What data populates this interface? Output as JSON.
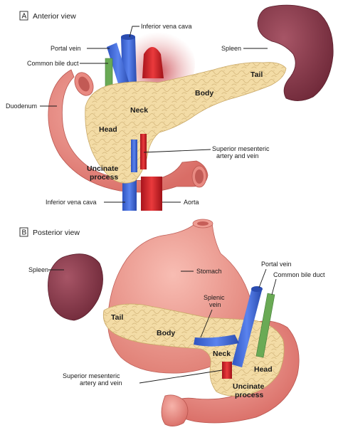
{
  "panel_a": {
    "letter": "A",
    "title": "Anterior view",
    "labels": {
      "inferior_vena_cava_top": "Inferior vena cava",
      "portal_vein": "Portal vein",
      "common_bile_duct": "Common bile duct",
      "spleen": "Spleen",
      "tail": "Tail",
      "body": "Body",
      "neck": "Neck",
      "head": "Head",
      "duodenum": "Duodenum",
      "sma_line1": "Superior mesenteric",
      "sma_line2": "artery and vein",
      "uncinate_line1": "Uncinate",
      "uncinate_line2": "process",
      "inferior_vena_cava_bottom": "Inferior vena cava",
      "aorta": "Aorta"
    }
  },
  "panel_b": {
    "letter": "B",
    "title": "Posterior view",
    "labels": {
      "spleen": "Spleen",
      "stomach": "Stomach",
      "portal_vein": "Portal vein",
      "common_bile_duct": "Common bile duct",
      "splenic_vein_line1": "Splenic",
      "splenic_vein_line2": "vein",
      "tail": "Tail",
      "body": "Body",
      "neck": "Neck",
      "head": "Head",
      "sma_line1": "Superior mesenteric",
      "sma_line2": "artery and vein",
      "uncinate_line1": "Uncinate",
      "uncinate_line2": "process"
    }
  },
  "colors": {
    "pancreas": "#f3dca6",
    "duodenum": "#e98a82",
    "stomach": "#ee9c92",
    "spleen": "#8c3c4c",
    "vein": "#3f68d8",
    "artery": "#d0202a",
    "bile_duct": "#6aaa55"
  }
}
